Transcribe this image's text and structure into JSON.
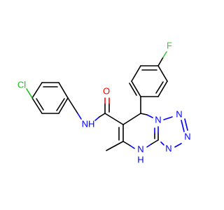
{
  "atoms": {
    "cl": "Cl",
    "o": "O",
    "f": "F",
    "nh_amide": "NH",
    "n1": "N",
    "n2": "N",
    "n3": "N",
    "n4": "N",
    "nh_ring": "N",
    "h_ring": "H"
  },
  "colors": {
    "nitrogen": "#0000ff",
    "oxygen": "#ff0000",
    "fluorine": "#33cc33",
    "chlorine": "#1fbf1f",
    "carbon": "#000000"
  }
}
